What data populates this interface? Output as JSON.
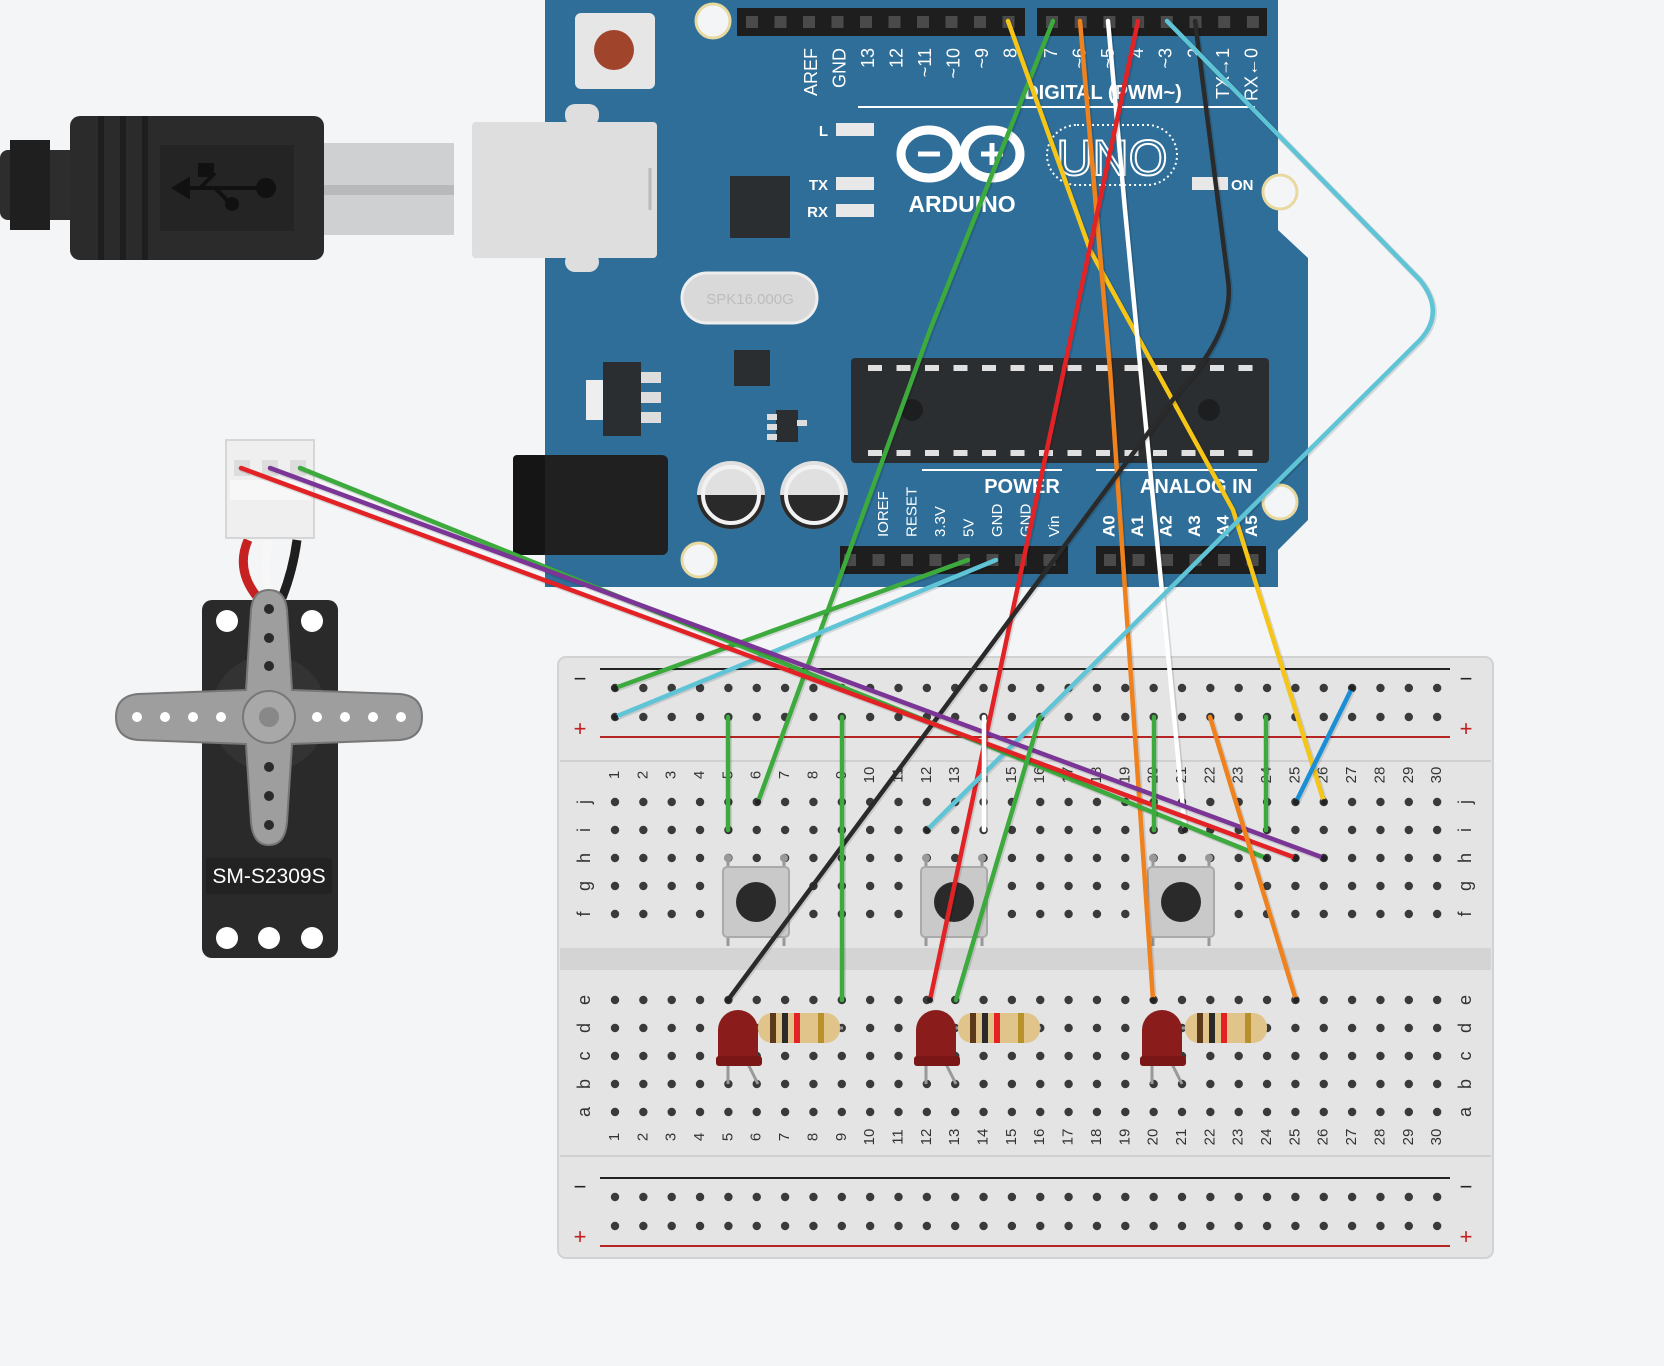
{
  "arduino": {
    "brand": "ARDUINO",
    "model": "UNO",
    "crystal": "SPK16.000G",
    "labels": {
      "l": "L",
      "tx": "TX",
      "rx": "RX",
      "on": "ON"
    },
    "digital_header_label": "DIGITAL (PWM~)",
    "power_label": "POWER",
    "analog_label": "ANALOG IN",
    "top_pins_left": [
      "AREF",
      "GND",
      "13",
      "12",
      "~11",
      "~10",
      "~9",
      "8"
    ],
    "top_pins_right": [
      "7",
      "~6",
      "~5",
      "4",
      "~3",
      "2",
      "TX→1",
      "RX←0"
    ],
    "power_pins": [
      "IOREF",
      "RESET",
      "3.3V",
      "5V",
      "GND",
      "GND",
      "Vin"
    ],
    "analog_pins": [
      "A0",
      "A1",
      "A2",
      "A3",
      "A4",
      "A5"
    ]
  },
  "servo": {
    "model": "SM-S2309S"
  },
  "breadboard": {
    "columns": [
      "1",
      "2",
      "3",
      "4",
      "5",
      "6",
      "7",
      "8",
      "9",
      "10",
      "11",
      "12",
      "13",
      "14",
      "15",
      "16",
      "17",
      "18",
      "19",
      "20",
      "21",
      "22",
      "23",
      "24",
      "25",
      "26",
      "27",
      "28",
      "29",
      "30"
    ],
    "rows_top": [
      "j",
      "i",
      "h",
      "g",
      "f"
    ],
    "rows_bottom": [
      "e",
      "d",
      "c",
      "b",
      "a"
    ],
    "rail_minus": "−",
    "rail_plus": "+"
  },
  "colors": {
    "board_blue": "#2e6e98",
    "wire_green": "#3daa3d",
    "wire_red": "#e32226",
    "wire_purple": "#7a3596",
    "wire_yellow": "#f5c518",
    "wire_orange": "#f0821e",
    "wire_white": "#ffffff",
    "wire_black": "#2a2a2a",
    "wire_cyan": "#5fc4d6",
    "wire_blue": "#1a8fd6"
  }
}
